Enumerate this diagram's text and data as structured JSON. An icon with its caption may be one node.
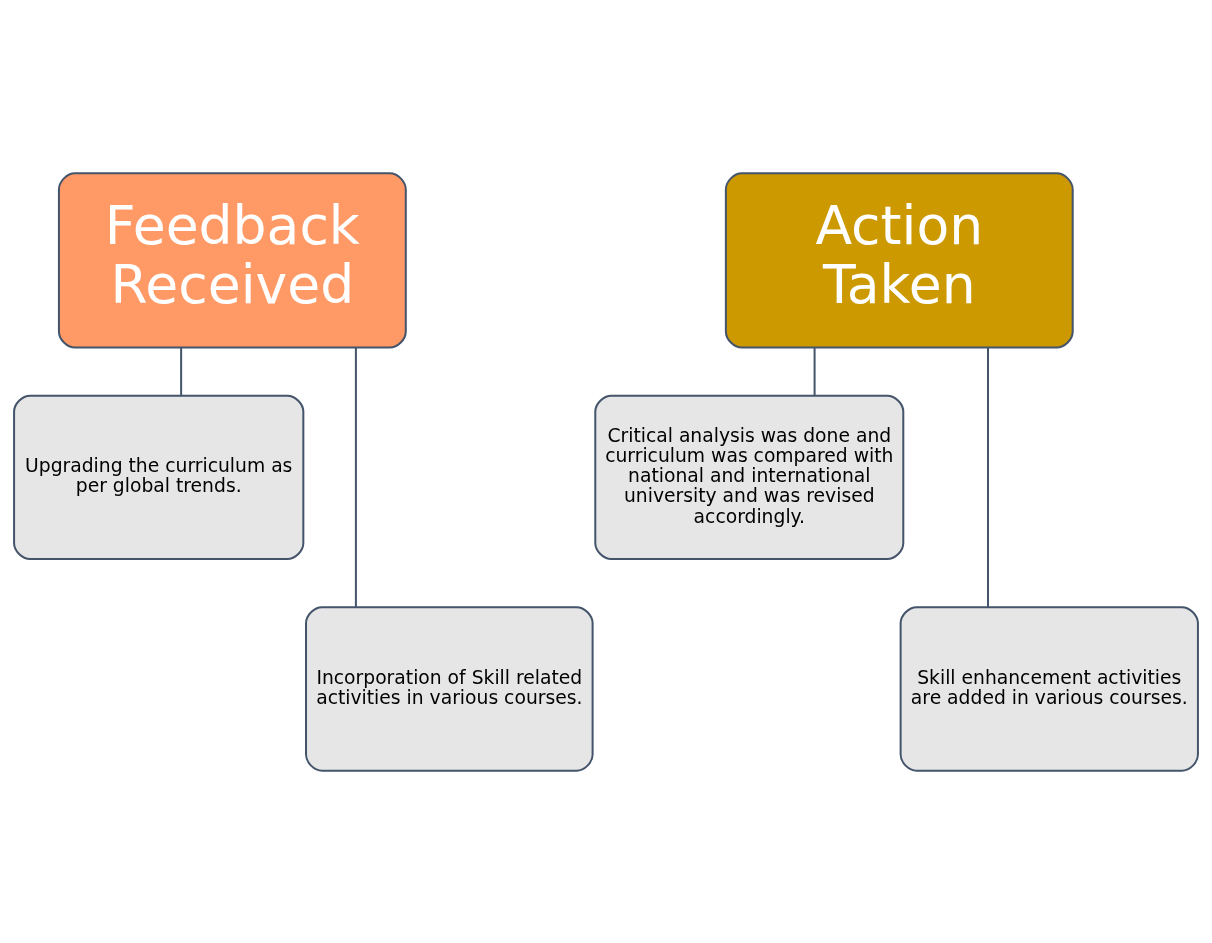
{
  "diagram": {
    "nodes": [
      {
        "text": [
          "Feedback Received"
        ]
      },
      {
        "text": [
          "Upgrading the curriculum as per global trends."
        ]
      },
      {
        "text": [
          "Incorporation of Skill related activities in various courses."
        ]
      },
      {
        "text": [
          "Action Taken"
        ]
      },
      {
        "text": [
          "Critical analysis was done and curriculum was compared with national and international university and was revised accordingly."
        ]
      },
      {
        "text": [
          "Skill enhancement activities are added in various courses."
        ]
      }
    ],
    "edges": [
      {
        "from": 0,
        "to": 1,
        "arrow": "none"
      },
      {
        "from": 0,
        "to": 2,
        "arrow": "none"
      },
      {
        "from": 3,
        "to": 4,
        "arrow": "none"
      },
      {
        "from": 3,
        "to": 5,
        "arrow": "none"
      }
    ]
  }
}
